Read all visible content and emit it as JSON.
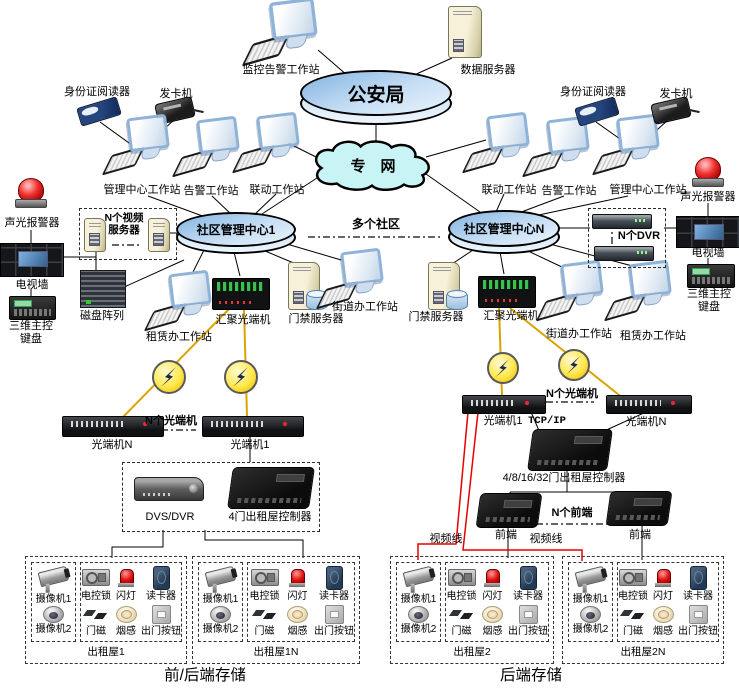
{
  "top": {
    "monitor_ws": "监控告警工作站",
    "data_server": "数据服务器",
    "psb": "公安局",
    "network": "专　网"
  },
  "hq_left": {
    "id_reader": "身份证阅读器",
    "card_issuer": "发卡机",
    "mgmt_ws": "管理中心工作站",
    "alarm_ws": "告警工作站",
    "link_ws": "联动工作站"
  },
  "hq_right": {
    "id_reader": "身份证阅读器",
    "card_issuer": "发卡机",
    "mgmt_ws": "管理中心工作站",
    "alarm_ws": "告警工作站",
    "link_ws": "联动工作站"
  },
  "centers": {
    "c1": "社区管理中心1",
    "cN": "社区管理中心N",
    "multi": "多个社区"
  },
  "left_mid": {
    "siren": "声光报警器",
    "tv_wall": "电视墙",
    "kbd": "三维主控\n键盘",
    "video_servers": "N个视频\n服务器",
    "disk_array": "磁盘阵列",
    "rental_ws": "租赁办工作站",
    "agg": "汇聚光端机",
    "access": "门禁服务器",
    "street_ws": "街道办工作站"
  },
  "right_mid": {
    "siren": "声光报警器",
    "tv_wall": "电视墙",
    "kbd": "三维主控\n键盘",
    "dvr": "N个DVR",
    "access": "门禁服务器",
    "agg": "汇聚光端机",
    "street_ws": "街道办工作站",
    "rental_ws": "租赁办工作站"
  },
  "field_left": {
    "opt_n": "光端机N",
    "opt_1": "光端机1",
    "n_opt": "N个光端机",
    "dvs": "DVS/DVR",
    "ctrl": "4门出租屋控制器"
  },
  "field_right": {
    "opt_1": "光端机1",
    "tcpip": "TCP/IP",
    "n_opt": "N个光端机",
    "opt_n": "光端机N",
    "ctrl": "4/8/16/32门出租屋控制器",
    "n_front": "N个前端",
    "front_a": "前端",
    "front_b": "前端",
    "video_a": "视频线",
    "video_b": "视频线"
  },
  "houses": [
    {
      "name": "出租屋1",
      "cam1": "摄像机1",
      "cam2": "摄像机2",
      "lock": "电控锁",
      "flash": "闪灯",
      "reader": "读卡器",
      "magnet": "门磁",
      "smoke": "烟感",
      "exit": "出门按钮"
    },
    {
      "name": "出租屋1N",
      "cam1": "摄像机1",
      "cam2": "摄像机2",
      "lock": "电控锁",
      "flash": "闪灯",
      "reader": "读卡器",
      "magnet": "门磁",
      "smoke": "烟感",
      "exit": "出门按钮"
    },
    {
      "name": "出租屋2",
      "cam1": "摄像机1",
      "cam2": "摄像机2",
      "lock": "电控锁",
      "flash": "闪灯",
      "reader": "读卡器",
      "magnet": "门磁",
      "smoke": "烟感",
      "exit": "出门按钮"
    },
    {
      "name": "出租屋2N",
      "cam1": "摄像机1",
      "cam2": "摄像机2",
      "lock": "电控锁",
      "flash": "闪灯",
      "reader": "读卡器",
      "magnet": "门磁",
      "smoke": "烟感",
      "exit": "出门按钮"
    }
  ],
  "footer": {
    "left": "前/后端存储",
    "right": "后端存储"
  },
  "colors": {
    "line": "#000000",
    "fiber_line": "#d9a400",
    "video_line": "#e80000",
    "node_fill": "#c6def4",
    "cloud_fill": "#c9f4f6"
  }
}
